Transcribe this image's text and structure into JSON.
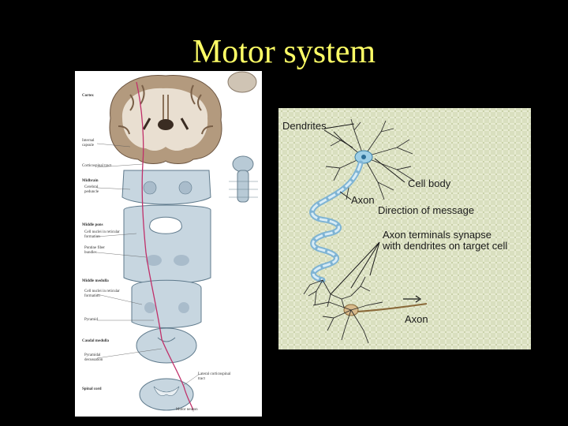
{
  "slide": {
    "title": "Motor system",
    "colors": {
      "background": "#000000",
      "title": "#ffff66"
    }
  },
  "tract_figure": {
    "labels": {
      "cortex": "Cortex",
      "internal_capsule": "Internal capsule",
      "corticospinal_tract": "Corticospinal tract",
      "midbrain": "Midbrain",
      "cerebral_peduncle": "Cerebral peduncle",
      "middle_pons": "Middle pons",
      "pons_reticular": "Cell nuclei in reticular formation",
      "pontine_fiber_bundles": "Pontine fiber bundles",
      "middle_medulla": "Middle medulla",
      "medulla_reticular": "Cell nuclei in reticular formation",
      "pyramid": "Pyramid",
      "caudal_medulla": "Caudal medulla",
      "pyramidal_decussation": "Pyramidal decussation",
      "spinal_cord": "Spinal cord",
      "lateral_corticospinal_tract": "Lateral corticospinal tract",
      "motor_neuron": "Motor neuron"
    }
  },
  "neuron_figure": {
    "labels": {
      "dendrites": "Dendrites",
      "cell_body": "Cell body",
      "axon": "Axon",
      "direction": "Direction of message",
      "terminals_line1": "Axon terminals synapse",
      "terminals_line2": "with dendrites on target cell",
      "axon_bottom": "Axon"
    }
  }
}
